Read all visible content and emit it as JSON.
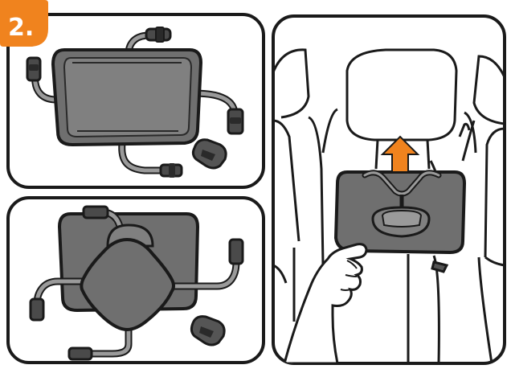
{
  "step": {
    "number": "2."
  },
  "colors": {
    "badge": "#f0831e",
    "arrow": "#f0831e",
    "mirror_fill": "#6f6f6f",
    "mirror_inner": "#808080",
    "outline": "#1a1a1a",
    "seat_stroke": "#1a1a1a",
    "hand_fill": "#ffffff"
  },
  "panels": [
    {
      "name": "mirror-unassembled",
      "icon": "mirror-with-straps-and-clip"
    },
    {
      "name": "mirror-assembled",
      "icon": "mirror-with-mounting-bracket"
    },
    {
      "name": "mirror-installed-on-headrest",
      "icon": "hand-lifting-mirror-onto-headrest"
    }
  ]
}
